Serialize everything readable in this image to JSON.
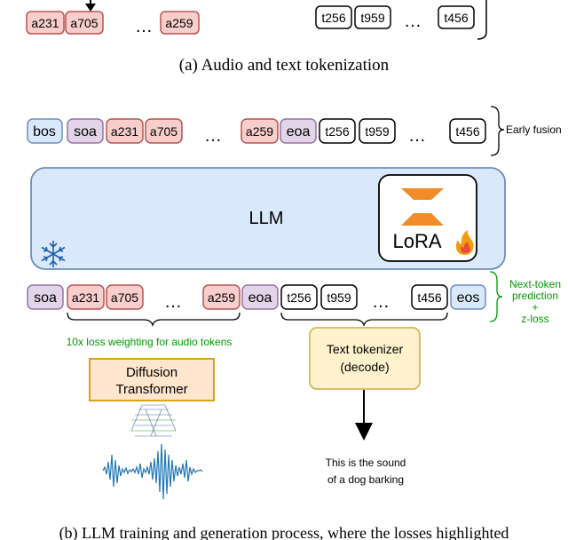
{
  "top": {
    "audio_tokens": [
      "a231",
      "a705",
      "a259"
    ],
    "text_tokens": [
      "t256",
      "t959",
      "t456"
    ],
    "ellipsis": "…",
    "caption": "(a) Audio and text tokenization"
  },
  "input_sequence": {
    "bos": "bos",
    "soa": "soa",
    "audio_tokens": [
      "a231",
      "a705",
      "a259"
    ],
    "eoa": "eoa",
    "text_tokens": [
      "t256",
      "t959",
      "t456"
    ],
    "ellipsis": "…",
    "fusion_label": "Early fusion"
  },
  "llm": {
    "label": "LLM",
    "lora_label": "LoRA",
    "frozen_icon": "snowflake-icon",
    "trainable_icon": "fire-icon"
  },
  "output_sequence": {
    "soa": "soa",
    "audio_tokens": [
      "a231",
      "a705",
      "a259"
    ],
    "eoa": "eoa",
    "text_tokens": [
      "t256",
      "t959",
      "t456"
    ],
    "eos": "eos",
    "ellipsis": "…",
    "loss_label": [
      "Next-token",
      "prediction",
      "+",
      "z-loss"
    ],
    "audio_weight_label": "10x loss weighting for audio tokens"
  },
  "decoders": {
    "diffusion": [
      "Diffusion",
      "Transformer"
    ],
    "text_tokenizer": [
      "Text tokenizer",
      "(decode)"
    ],
    "output_text": [
      "This is the sound",
      "of a dog barking"
    ]
  },
  "bottom_caption": "(b) LLM training and generation process, where the losses highlighted",
  "colors": {
    "audio_fill": "#f8cecc",
    "audio_stroke": "#b85450",
    "special_fill": "#e1d5e7",
    "special_stroke": "#9673a6",
    "bos_fill": "#dae8fc",
    "bos_stroke": "#6c8ebf",
    "llm_fill": "#dae8fc",
    "llm_stroke": "#6c8ebf",
    "diffusion_fill": "#ffe6cc",
    "diffusion_stroke": "#d79b00",
    "tokenizer_fill": "#fff2cc",
    "tokenizer_stroke": "#d6b656",
    "green": "#009900",
    "wave": "#1f77b4"
  }
}
